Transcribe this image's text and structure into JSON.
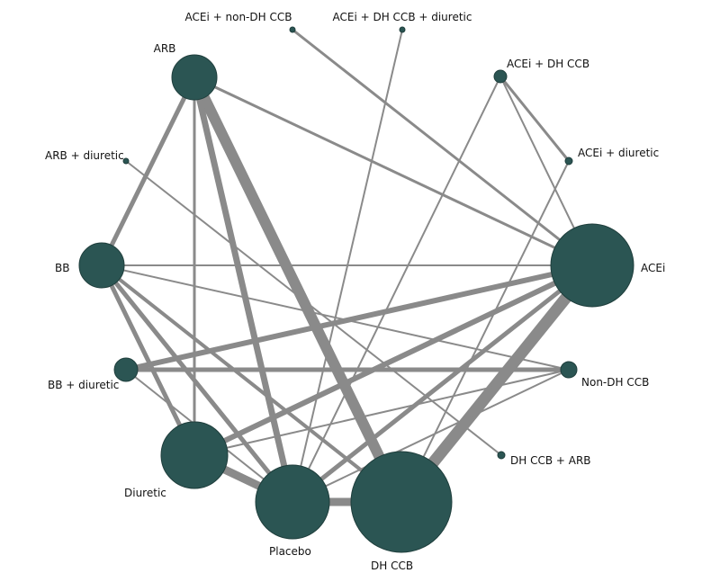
{
  "diagram": {
    "colors": {
      "node": "#2b5553",
      "edge": "#8a8a8a",
      "label": "#111111"
    },
    "nodes": [
      {
        "id": "acei_nondhccb",
        "label": "ACEi + non-DH CCB"
      },
      {
        "id": "acei_dhccb_diuretic",
        "label": "ACEi + DH CCB + diuretic"
      },
      {
        "id": "arb",
        "label": "ARB"
      },
      {
        "id": "acei_dhccb",
        "label": "ACEi + DH CCB"
      },
      {
        "id": "arb_diuretic",
        "label": "ARB + diuretic"
      },
      {
        "id": "acei_diuretic",
        "label": "ACEi + diuretic"
      },
      {
        "id": "bb",
        "label": "BB"
      },
      {
        "id": "acei",
        "label": "ACEi"
      },
      {
        "id": "bb_diuretic",
        "label": "BB + diuretic"
      },
      {
        "id": "nondhccb",
        "label": "Non-DH CCB"
      },
      {
        "id": "dhccb_arb",
        "label": "DH CCB + ARB"
      },
      {
        "id": "diuretic",
        "label": "Diuretic"
      },
      {
        "id": "placebo",
        "label": "Placebo"
      },
      {
        "id": "dhccb",
        "label": "DH CCB"
      }
    ]
  }
}
